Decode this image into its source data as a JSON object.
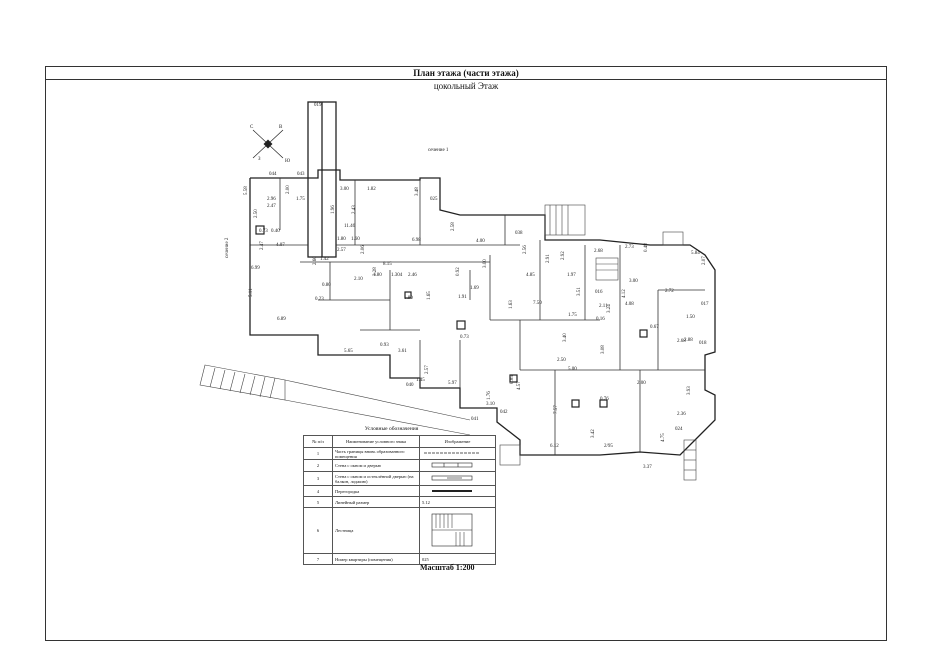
{
  "sheet": {
    "title": "План этажа (части этажа)",
    "subtitle": "цокольный Этаж"
  },
  "plan": {
    "compass_letters": [
      "С",
      "Ю",
      "З",
      "В"
    ],
    "section_labels": [
      "сечение 1",
      "сечение 2"
    ],
    "room_numbers": [
      "019",
      "044",
      "043",
      "025",
      "038",
      "041",
      "042",
      "040",
      "018",
      "017",
      "016",
      "024"
    ],
    "dimensions": [
      "5.58",
      "2.96",
      "2.50",
      "2.47",
      "2.00",
      "1.75",
      "0.73",
      "0.40",
      "4.07",
      "2.60",
      "1.82",
      "3.00",
      "3.48",
      "1.96",
      "2.43",
      "11.46",
      "6.98",
      "2.58",
      "1.80",
      "1.60",
      "2.57",
      "2.06",
      "1.42",
      "8.15",
      "1.80",
      "1.304",
      "2.46",
      "0.92",
      "2.10",
      "3.28",
      "1.80",
      "1.65",
      "1.69",
      "1.91",
      "0.80",
      "2.47",
      "6.99",
      "5.11",
      "0.23",
      "6.89",
      "4.00",
      "3.00",
      "2.56",
      "4.85",
      "1.97",
      "2.91",
      "2.92",
      "2.68",
      "2.73",
      "0.48",
      "5.84",
      "2.07",
      "3.00",
      "4.12",
      "1.75",
      "2.11",
      "7.50",
      "3.51",
      "3.24",
      "0.16",
      "1.63",
      "4.08",
      "2.72",
      "1.50",
      "0.93",
      "5.65",
      "3.61",
      "2.57",
      "1.45",
      "3.40",
      "2.50",
      "5.00",
      "3.08",
      "0.67",
      "2.68",
      "2.00",
      "2.88",
      "5.97",
      "1.76",
      "3.10",
      "0.85",
      "4.57",
      "7.57",
      "3.93",
      "2.36",
      "3.42",
      "6.12",
      "2/95",
      "4.75",
      "3.37",
      "0.73",
      "0.76"
    ]
  },
  "legend": {
    "title": "Условные обозначения",
    "headers": [
      "№ п/п",
      "Наименование условного знака",
      "Изображение"
    ],
    "rows": [
      {
        "num": "1",
        "name": "Часть границы вновь образованного помещения",
        "image": ""
      },
      {
        "num": "2",
        "name": "Стена с окном и дверью",
        "image": ""
      },
      {
        "num": "3",
        "name": "Стена с окном и остеклённой дверью (на балкон, лоджию)",
        "image": ""
      },
      {
        "num": "4",
        "name": "Перегородка",
        "image": ""
      },
      {
        "num": "5",
        "name": "Линейный размер",
        "image": "5.12"
      },
      {
        "num": "6",
        "name": "Лестница",
        "image": ""
      },
      {
        "num": "7",
        "name": "Номер квартиры (помещения)",
        "image": "025"
      }
    ]
  },
  "scale": "Масштаб 1:200"
}
